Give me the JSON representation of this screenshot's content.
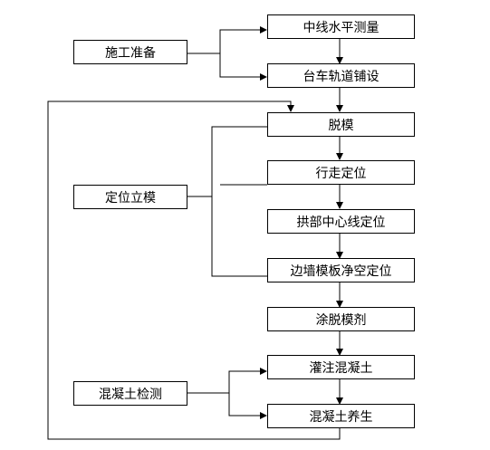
{
  "steps": {
    "s1": "中线水平测量",
    "s2": "台车轨道铺设",
    "s3": "脱模",
    "s4": "行走定位",
    "s5": "拱部中心线定位",
    "s6": "边墙模板净空定位",
    "s7": "涂脱模剂",
    "s8": "灌注混凝土",
    "s9": "混凝土养生"
  },
  "side": {
    "prep": "施工准备",
    "position": "定位立模",
    "inspect": "混凝土检测"
  }
}
